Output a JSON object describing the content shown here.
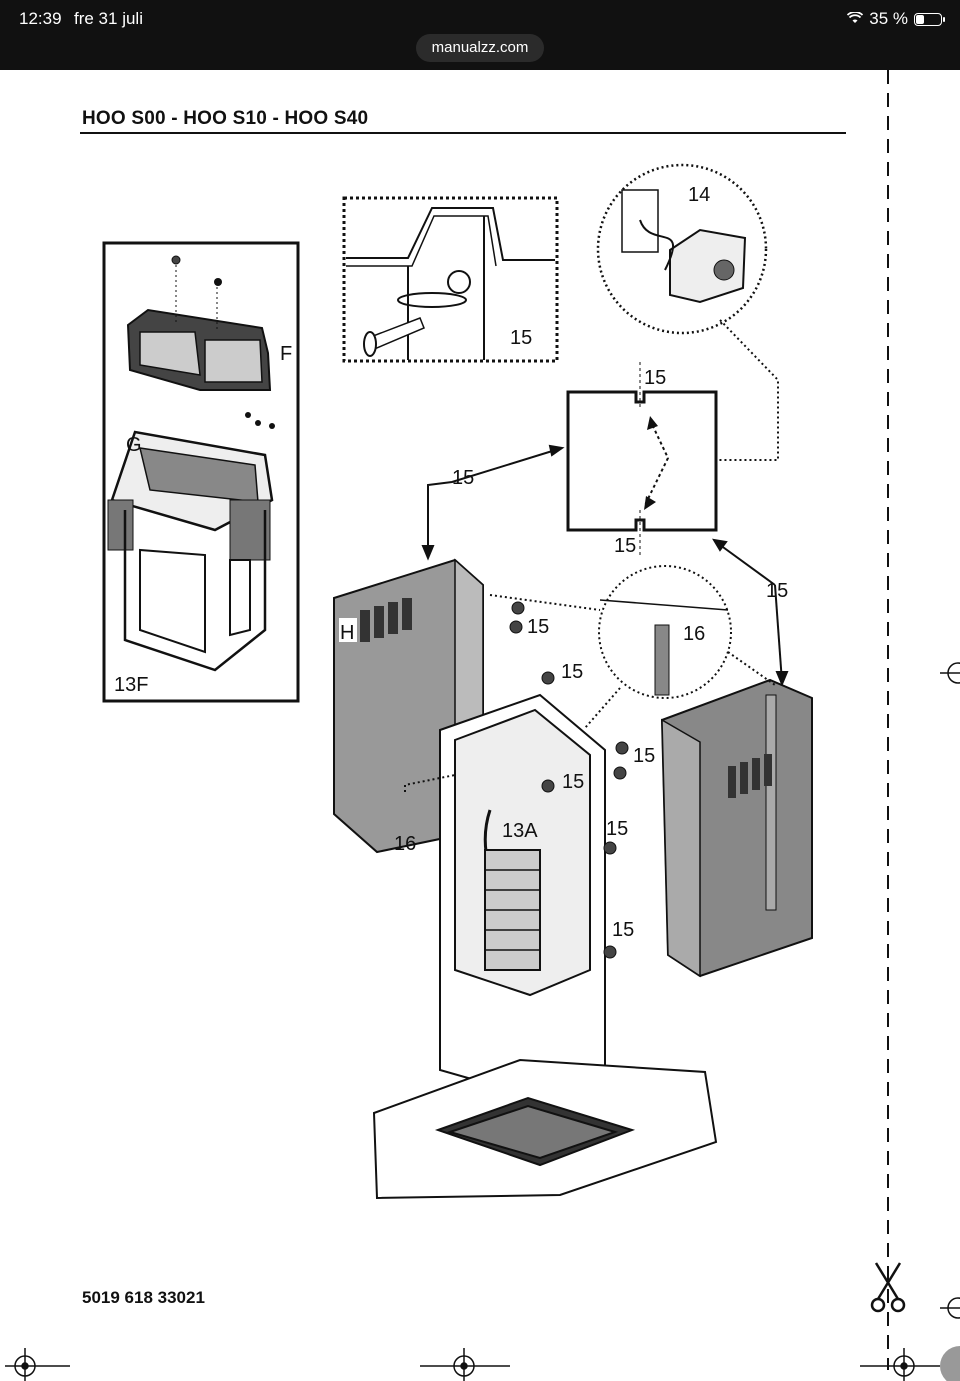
{
  "status_bar": {
    "time": "12:39",
    "date": "fre 31 juli",
    "wifi_icon": "wifi-icon",
    "battery_percent": "35 %",
    "battery_level": 0.35
  },
  "browser": {
    "url": "manualzz.com"
  },
  "document": {
    "title": "HOO S00 - HOO S10 - HOO S40",
    "code": "5019 618 33021"
  },
  "labels": {
    "inset_13F": "13F",
    "F": "F",
    "G": "G",
    "H": "H",
    "n15": "15",
    "n14": "14",
    "n16": "16",
    "n13A": "13A"
  }
}
